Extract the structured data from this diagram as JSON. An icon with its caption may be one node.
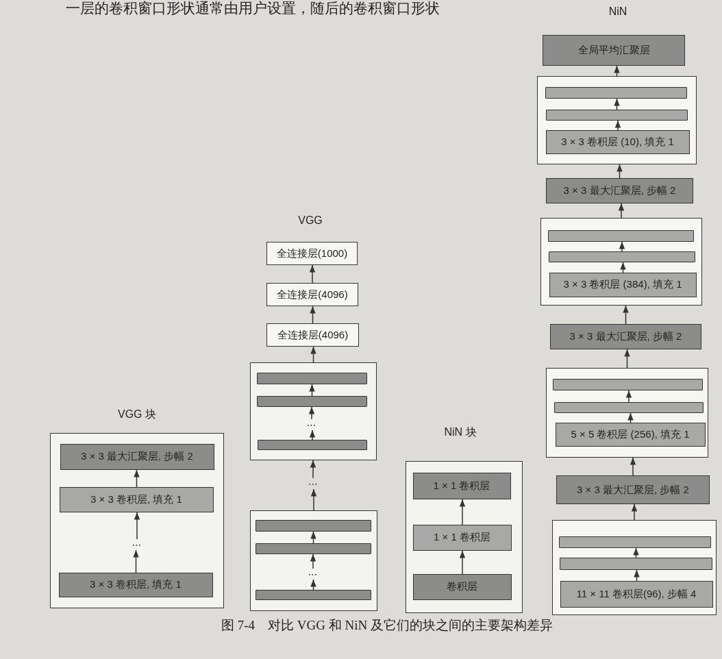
{
  "diagram": {
    "caption": "图 7-4　对比 VGG 和 NiN 及它们的块之间的主要架构差异",
    "nodes": [
      {
        "text": [],
        "shape": "box"
      },
      {
        "text": [
          "3 × 3 最大汇聚层, 步幅 2"
        ],
        "in": 0
      },
      {
        "text": [
          "3 × 3 卷积层, 填充 1"
        ],
        "in": 0
      },
      {
        "text": [
          "3 × 3 卷积层, 填充 1"
        ],
        "in": 0
      },
      {
        "text": [
          "全连接层(1000)"
        ]
      },
      {
        "text": [
          "全连接层(4096)"
        ]
      },
      {
        "text": [
          "全连接层(4096)"
        ]
      },
      {
        "text": [],
        "shape": "box"
      },
      {
        "text": [],
        "shape": "bar",
        "in": 7
      },
      {
        "text": [],
        "shape": "bar",
        "in": 7
      },
      {
        "text": [],
        "shape": "bar",
        "in": 7
      },
      {
        "text": [],
        "shape": "box"
      },
      {
        "text": [],
        "shape": "bar",
        "in": 11
      },
      {
        "text": [],
        "shape": "bar",
        "in": 11
      },
      {
        "text": [],
        "shape": "bar",
        "in": 11
      },
      {
        "text": [],
        "shape": "box"
      },
      {
        "text": [
          "1 × 1 卷积层"
        ],
        "in": 15
      },
      {
        "text": [
          "1 × 1 卷积层"
        ],
        "in": 15
      },
      {
        "text": [
          "卷积层"
        ],
        "in": 15
      },
      {
        "text": [
          "全局平均汇聚层"
        ]
      },
      {
        "text": [],
        "shape": "box"
      },
      {
        "text": [],
        "shape": "bar",
        "in": 20
      },
      {
        "text": [],
        "shape": "bar",
        "in": 20
      },
      {
        "text": [
          "3 × 3 卷积层 (10), 填充 1"
        ],
        "in": 20
      },
      {
        "text": [
          "3 × 3 最大汇聚层, 步幅 2"
        ]
      },
      {
        "text": [],
        "shape": "box"
      },
      {
        "text": [],
        "shape": "bar",
        "in": 25
      },
      {
        "text": [],
        "shape": "bar",
        "in": 25
      },
      {
        "text": [
          "3 × 3 卷积层 (384), 填充 1"
        ],
        "in": 25
      },
      {
        "text": [
          "3 × 3 最大汇聚层, 步幅 2"
        ]
      },
      {
        "text": [],
        "shape": "box"
      },
      {
        "text": [],
        "shape": "bar",
        "in": 30
      },
      {
        "text": [],
        "shape": "bar",
        "in": 30
      },
      {
        "text": [
          "5 × 5 卷积层 (256), 填充 1"
        ],
        "in": 30
      },
      {
        "text": [
          "3 × 3 最大汇聚层, 步幅 2"
        ]
      },
      {
        "text": [],
        "shape": "box"
      },
      {
        "text": [],
        "shape": "bar",
        "in": 35
      },
      {
        "text": [],
        "shape": "bar",
        "in": 35
      },
      {
        "text": [
          "11 × 11 卷积层(96), 步幅 4"
        ],
        "in": 35
      },
      {
        "text": [
          "⋯"
        ],
        "in": 0
      },
      {
        "text": [
          "⋯"
        ],
        "in": 7
      },
      {
        "text": [
          "⋯"
        ]
      },
      {
        "text": [
          "⋯"
        ],
        "in": 11
      }
    ],
    "edges": [
      {
        "from": 3,
        "to": 39,
        "arrow": "to"
      },
      {
        "from": 39,
        "to": 2,
        "arrow": "to"
      },
      {
        "from": 2,
        "to": 1,
        "arrow": "to"
      },
      {
        "from": 14,
        "to": 42,
        "arrow": "to"
      },
      {
        "from": 42,
        "to": 13,
        "arrow": "to"
      },
      {
        "from": 13,
        "to": 12,
        "arrow": "to"
      },
      {
        "from": 11,
        "to": 41,
        "arrow": "to"
      },
      {
        "from": 41,
        "to": 7,
        "arrow": "to"
      },
      {
        "from": 10,
        "to": 40,
        "arrow": "to"
      },
      {
        "from": 40,
        "to": 9,
        "arrow": "to"
      },
      {
        "from": 9,
        "to": 8,
        "arrow": "to"
      },
      {
        "from": 7,
        "to": 6,
        "arrow": "to"
      },
      {
        "from": 6,
        "to": 5,
        "arrow": "to"
      },
      {
        "from": 5,
        "to": 4,
        "arrow": "to"
      },
      {
        "from": 18,
        "to": 17,
        "arrow": "to"
      },
      {
        "from": 17,
        "to": 16,
        "arrow": "to"
      },
      {
        "from": 38,
        "to": 37,
        "arrow": "to"
      },
      {
        "from": 37,
        "to": 36,
        "arrow": "to"
      },
      {
        "from": 35,
        "to": 34,
        "arrow": "to"
      },
      {
        "from": 34,
        "to": 30,
        "arrow": "to"
      },
      {
        "from": 33,
        "to": 32,
        "arrow": "to"
      },
      {
        "from": 32,
        "to": 31,
        "arrow": "to"
      },
      {
        "from": 30,
        "to": 29,
        "arrow": "to"
      },
      {
        "from": 29,
        "to": 25,
        "arrow": "to"
      },
      {
        "from": 28,
        "to": 27,
        "arrow": "to"
      },
      {
        "from": 27,
        "to": 26,
        "arrow": "to"
      },
      {
        "from": 25,
        "to": 24,
        "arrow": "to"
      },
      {
        "from": 24,
        "to": 20,
        "arrow": "to"
      },
      {
        "from": 23,
        "to": 22,
        "arrow": "to"
      },
      {
        "from": 22,
        "to": 21,
        "arrow": "to"
      },
      {
        "from": 20,
        "to": 19,
        "arrow": "to"
      }
    ],
    "labels": [
      "一层的卷积窗口形状通常由用户设置，随后的卷积窗口形状",
      "NiN",
      "VGG",
      "VGG 块",
      "NiN 块"
    ]
  }
}
